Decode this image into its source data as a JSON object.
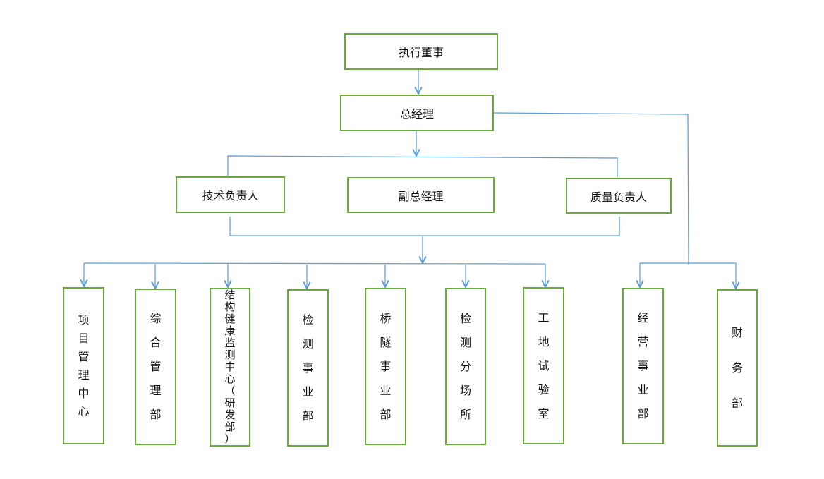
{
  "org_chart": {
    "top": {
      "label": "执行董事"
    },
    "gm": {
      "label": "总经理"
    },
    "deputies": [
      {
        "label": "技术负责人"
      },
      {
        "label": "副总经理"
      },
      {
        "label": "质量负责人"
      }
    ],
    "departments": [
      {
        "label": "项目管理中心"
      },
      {
        "label": "综合管理部"
      },
      {
        "label": "结构健康监测中心（研发部）"
      },
      {
        "label": "检测事业部"
      },
      {
        "label": "桥隧事业部"
      },
      {
        "label": "检测分场所"
      },
      {
        "label": "工地试验室"
      },
      {
        "label": "经营事业部"
      },
      {
        "label": "财务部"
      }
    ],
    "colors": {
      "box_border": "#6aaa3a",
      "connector": "#5b9bd5"
    }
  }
}
